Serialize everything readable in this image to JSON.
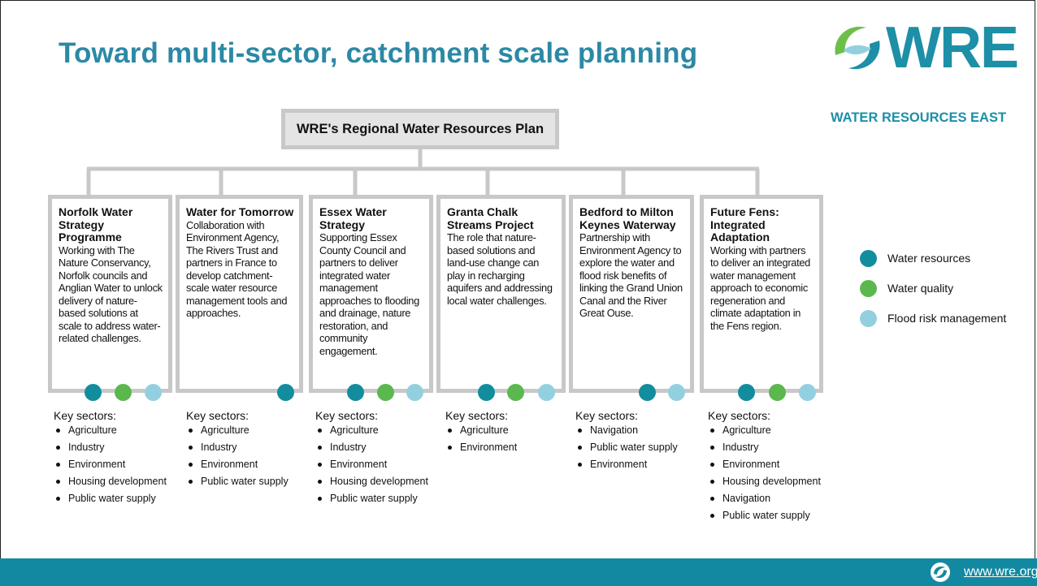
{
  "title": "Toward multi-sector, catchment scale planning",
  "logo": {
    "word": "WRE",
    "subtitle": "WATER RESOURCES EAST"
  },
  "plan": {
    "label": "WRE's Regional Water Resources Plan"
  },
  "colors": {
    "water_resources": "#128d9e",
    "water_quality": "#5bb84f",
    "flood_risk": "#93d0df",
    "accent": "#2b89a5"
  },
  "sectors_heading": "Key sectors:",
  "cards": [
    {
      "title": "Norfolk Water Strategy Programme",
      "description": "Working with The Nature Conservancy, Norfolk councils and Anglian Water to unlock delivery of nature-based solutions at scale to address water-related challenges.",
      "indicators": [
        "water_resources",
        "water_quality",
        "flood_risk"
      ],
      "sectors": [
        "Agriculture",
        "Industry",
        "Environment",
        "Housing development",
        "Public water supply"
      ]
    },
    {
      "title": "Water for Tomorrow",
      "description": "Collaboration with Environment Agency, The Rivers Trust and partners in France to develop catchment-scale water resource management tools and approaches.",
      "indicators": [
        "water_resources"
      ],
      "sectors": [
        "Agriculture",
        "Industry",
        "Environment",
        "Public water supply"
      ]
    },
    {
      "title": "Essex Water Strategy",
      "description": "Supporting Essex County Council and partners to deliver integrated water management approaches to flooding and drainage, nature restoration, and community engagement.",
      "indicators": [
        "water_resources",
        "water_quality",
        "flood_risk"
      ],
      "sectors": [
        "Agriculture",
        "Industry",
        "Environment",
        "Housing development",
        "Public water supply"
      ]
    },
    {
      "title": "Granta Chalk Streams Project",
      "description": "The role that nature-based solutions and land-use change can play in recharging aquifers and addressing local water challenges.",
      "indicators": [
        "water_resources",
        "water_quality",
        "flood_risk"
      ],
      "sectors": [
        "Agriculture",
        "Environment"
      ]
    },
    {
      "title": "Bedford to Milton Keynes Waterway",
      "description": "Partnership with Environment Agency to explore the water and flood risk benefits of linking the Grand Union Canal and the River Great Ouse.",
      "indicators": [
        "water_resources",
        "flood_risk"
      ],
      "sectors": [
        "Navigation",
        "Public water supply",
        "Environment"
      ]
    },
    {
      "title": "Future Fens: Integrated Adaptation",
      "description": "Working with partners to deliver an integrated water management approach to economic regeneration and climate adaptation in the Fens region.",
      "indicators": [
        "water_resources",
        "water_quality",
        "flood_risk"
      ],
      "sectors": [
        "Agriculture",
        "Industry",
        "Environment",
        "Housing development",
        "Navigation",
        "Public water supply"
      ]
    }
  ],
  "legend": [
    {
      "key": "water_resources",
      "label": "Water resources",
      "icon": "teal-dot"
    },
    {
      "key": "water_quality",
      "label": "Water quality",
      "icon": "green-dot"
    },
    {
      "key": "flood_risk",
      "label": "Flood risk management",
      "icon": "light-blue-dot"
    }
  ],
  "footer": {
    "link": "www.wre.org.uk",
    "icon": "wre-logo-icon"
  }
}
